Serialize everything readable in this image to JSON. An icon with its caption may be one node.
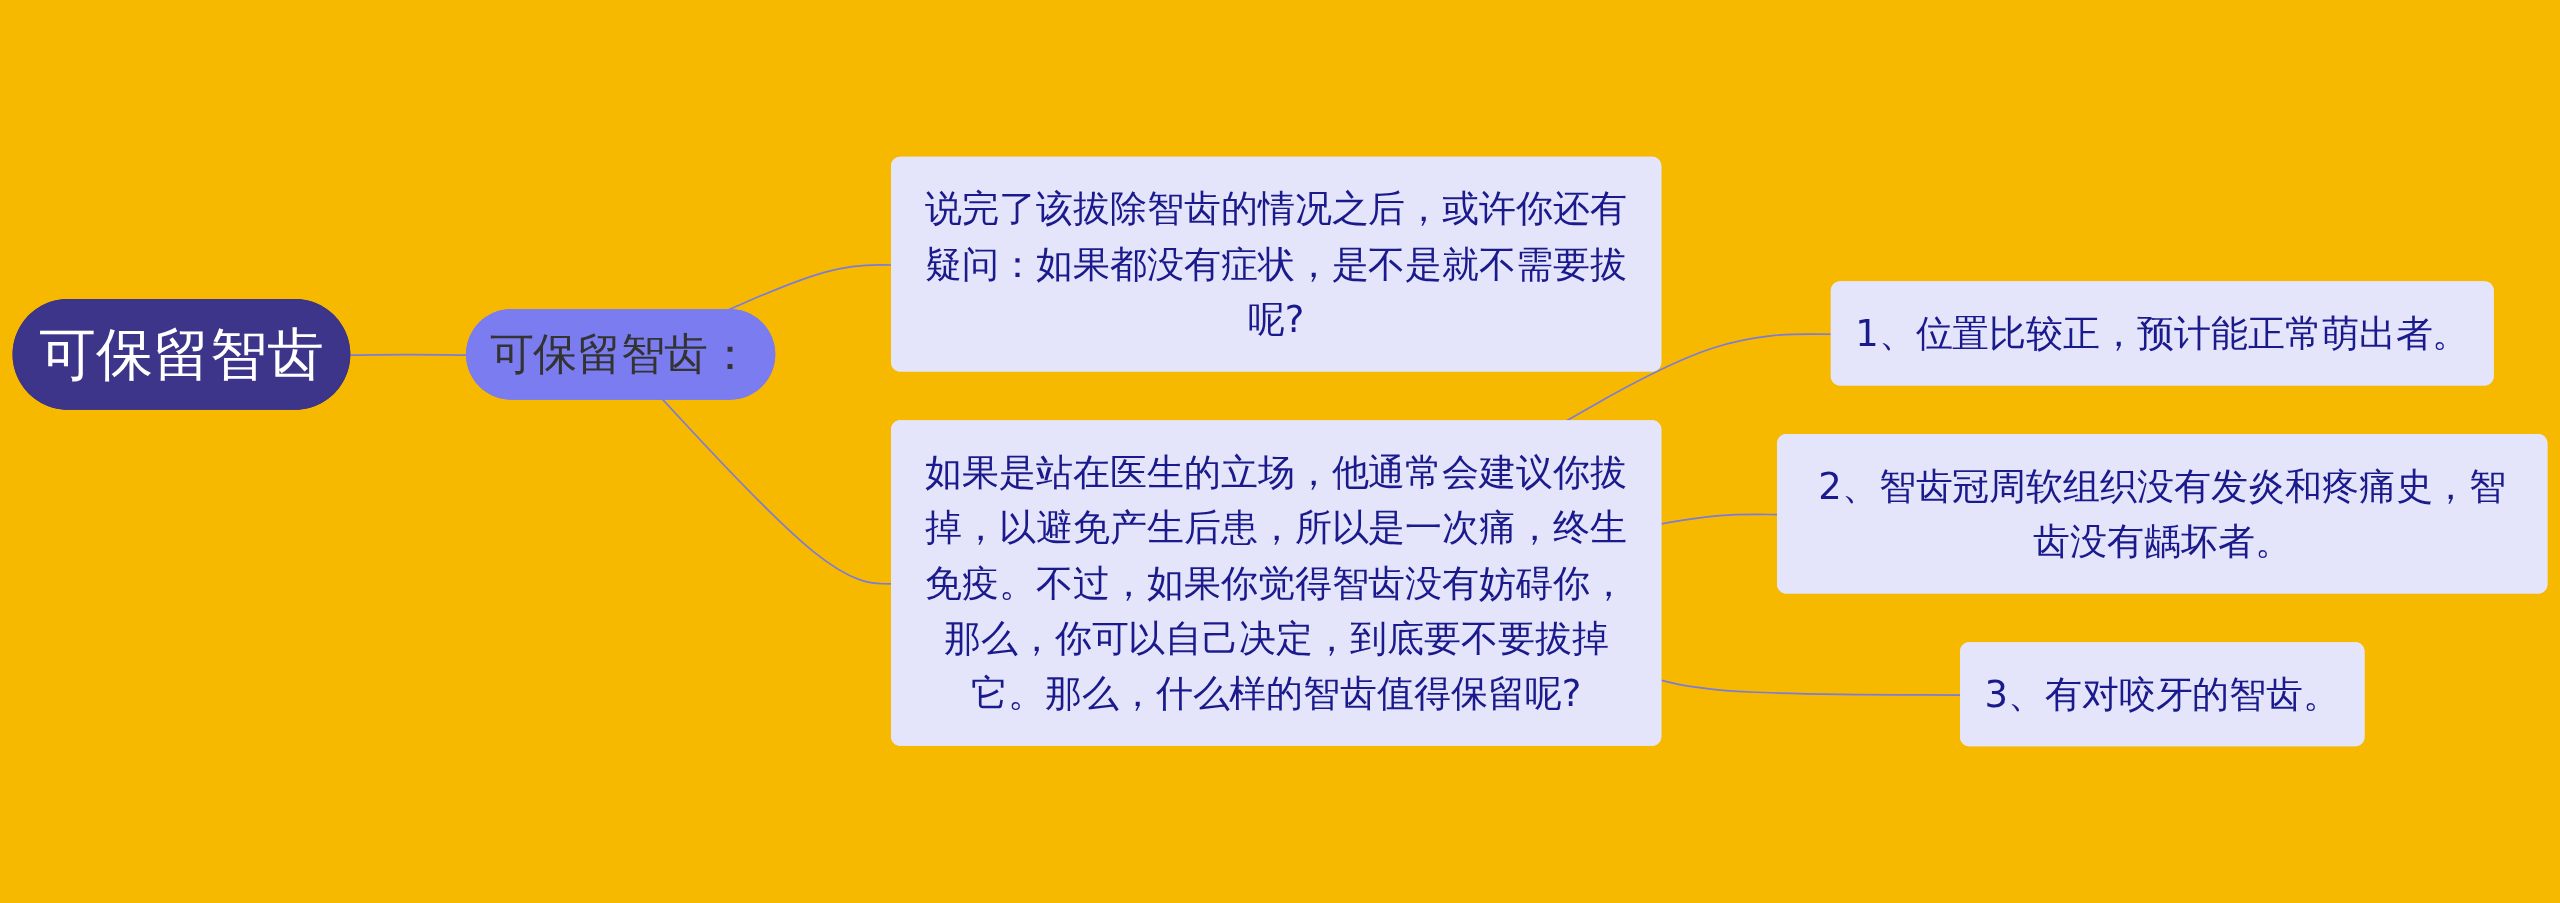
{
  "diagram": {
    "nodes": [
      {
        "text": [
          "可保留智齿"
        ]
      },
      {
        "text": [
          "可保留智齿："
        ]
      },
      {
        "text": [
          "说完了该拔除智齿的情况之后，或许你还有疑问：如果都没有症状，是不是就不需要拔呢?"
        ]
      },
      {
        "text": [
          "如果是站在医生的立场，他通常会建议你拔掉，以避免产生后患，所以是一次痛，终生免疫。不过，如果你觉得智齿没有妨碍你，那么，你可以自己决定，到底要不要拔掉它。那么，什么样的智齿值得保留呢?"
        ]
      },
      {
        "text": [
          "1、位置比较正，预计能正常萌出者。"
        ]
      },
      {
        "text": [
          "2、智齿冠周软组织没有发炎和疼痛史，智齿没有龋坏者。"
        ]
      },
      {
        "text": [
          "3、有对咬牙的智齿。"
        ]
      }
    ],
    "edges": [
      {
        "from": 0,
        "to": 1,
        "arrow": "none"
      },
      {
        "from": 1,
        "to": 2,
        "arrow": "none"
      },
      {
        "from": 1,
        "to": 3,
        "arrow": "none"
      },
      {
        "from": 3,
        "to": 4,
        "arrow": "none"
      },
      {
        "from": 3,
        "to": 5,
        "arrow": "none"
      },
      {
        "from": 3,
        "to": 6,
        "arrow": "none"
      }
    ]
  }
}
